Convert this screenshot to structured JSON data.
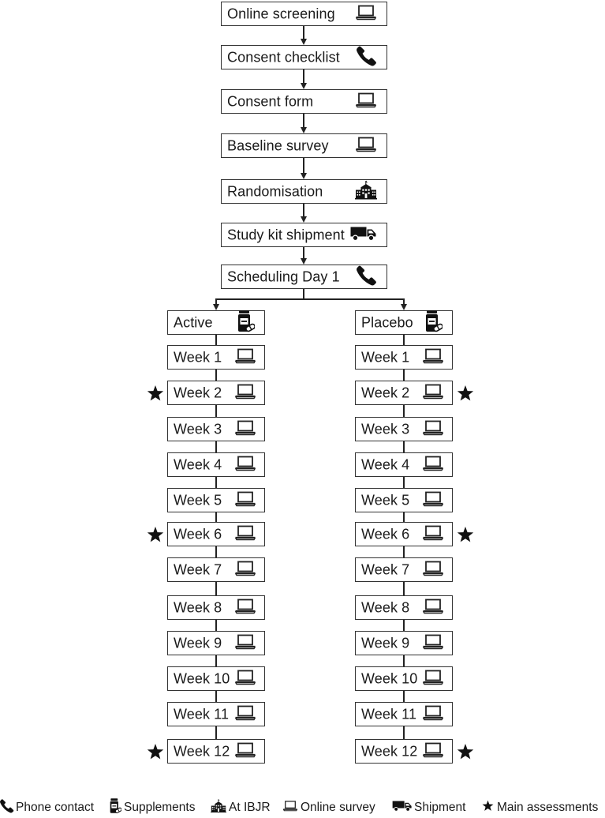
{
  "flow": [
    {
      "label": "Online screening",
      "icon": "laptop-icon"
    },
    {
      "label": "Consent checklist",
      "icon": "phone-icon"
    },
    {
      "label": "Consent form",
      "icon": "laptop-icon"
    },
    {
      "label": "Baseline survey",
      "icon": "laptop-icon"
    },
    {
      "label": "Randomisation",
      "icon": "building-icon"
    },
    {
      "label": "Study kit shipment",
      "icon": "truck-icon"
    },
    {
      "label": "Scheduling Day 1",
      "icon": "phone-icon"
    }
  ],
  "arms": [
    {
      "label": "Active",
      "icon": "pill-bottle-icon",
      "weeks": [
        {
          "label": "Week 1",
          "star": false
        },
        {
          "label": "Week 2",
          "star": true
        },
        {
          "label": "Week 3",
          "star": false
        },
        {
          "label": "Week 4",
          "star": false
        },
        {
          "label": "Week 5",
          "star": false
        },
        {
          "label": "Week 6",
          "star": true
        },
        {
          "label": "Week 7",
          "star": false
        },
        {
          "label": "Week 8",
          "star": false
        },
        {
          "label": "Week 9",
          "star": false
        },
        {
          "label": "Week 10",
          "star": false
        },
        {
          "label": "Week 11",
          "star": false
        },
        {
          "label": "Week 12",
          "star": true
        }
      ]
    },
    {
      "label": "Placebo",
      "icon": "pill-bottle-icon",
      "weeks": [
        {
          "label": "Week 1",
          "star": false
        },
        {
          "label": "Week 2",
          "star": true
        },
        {
          "label": "Week 3",
          "star": false
        },
        {
          "label": "Week 4",
          "star": false
        },
        {
          "label": "Week 5",
          "star": false
        },
        {
          "label": "Week 6",
          "star": true
        },
        {
          "label": "Week 7",
          "star": false
        },
        {
          "label": "Week 8",
          "star": false
        },
        {
          "label": "Week 9",
          "star": false
        },
        {
          "label": "Week 10",
          "star": false
        },
        {
          "label": "Week 11",
          "star": false
        },
        {
          "label": "Week 12",
          "star": true
        }
      ]
    }
  ],
  "legend": [
    {
      "icon": "phone-icon",
      "label": "Phone contact"
    },
    {
      "icon": "pill-bottle-icon",
      "label": "Supplements"
    },
    {
      "icon": "building-icon",
      "label": "At IBJR"
    },
    {
      "icon": "laptop-icon",
      "label": "Online survey"
    },
    {
      "icon": "truck-icon",
      "label": "Shipment"
    },
    {
      "icon": "star-icon",
      "label": "Main assessments"
    }
  ]
}
